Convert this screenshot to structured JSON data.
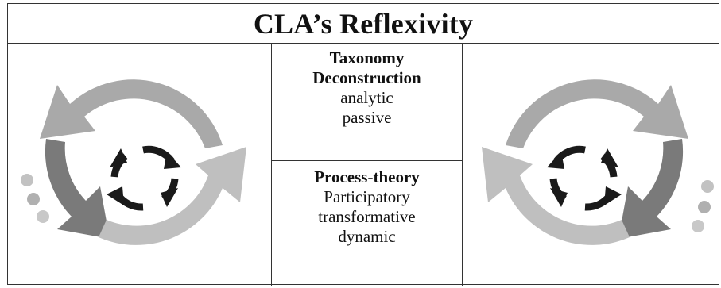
{
  "title": "CLA’s Reflexivity",
  "middle_top": {
    "heading1": "Taxonomy",
    "heading2": "Deconstruction",
    "line1": "analytic",
    "line2": "passive"
  },
  "middle_bottom": {
    "heading": "Process-theory",
    "line1": "Participatory",
    "line2": "transformative",
    "line3": "dynamic"
  },
  "icons": {
    "left": "cycle-arrows-icon",
    "right": "cycle-arrows-icon"
  }
}
